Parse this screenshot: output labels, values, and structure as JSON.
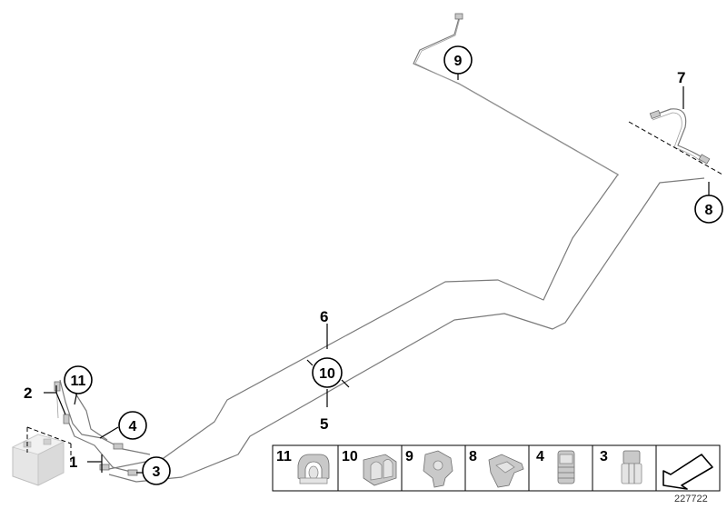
{
  "callouts": {
    "c1": "1",
    "c2": "2",
    "c3": "3",
    "c4": "4",
    "c5": "5",
    "c6": "6",
    "c7": "7",
    "c8": "8",
    "c9": "9",
    "c10": "10",
    "c11": "11"
  },
  "parts_strip": {
    "labels": [
      "11",
      "10",
      "9",
      "8",
      "4",
      "3"
    ],
    "icons": [
      "pipe-clip-double-icon",
      "pipe-clip-holder-icon",
      "pipe-clip-single-icon",
      "bracket-clip-icon",
      "union-nut-icon",
      "hex-union-nut-icon"
    ],
    "nav_icon": "arrow-down-left-icon"
  },
  "document_id": "227722"
}
